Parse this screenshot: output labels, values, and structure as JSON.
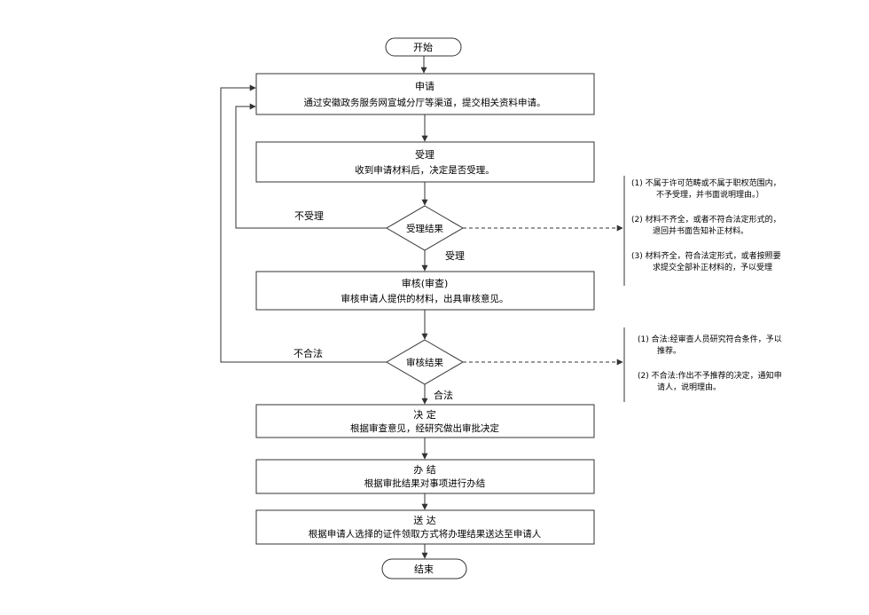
{
  "start": "开始",
  "end": "结束",
  "steps": {
    "apply": {
      "title": "申请",
      "desc": "通过安徽政务服务网宣城分厅等渠道，提交相关资料申请。"
    },
    "accept": {
      "title": "受理",
      "desc": "收到申请材料后，决定是否受理。"
    },
    "review": {
      "title": "审核(审查)",
      "desc": "审核申请人提供的材料，出具审核意见。"
    },
    "decide": {
      "title": "决 定",
      "desc": "根据审查意见，经研究做出审批决定"
    },
    "handle": {
      "title": "办 结",
      "desc": "根据审批结果对事项进行办结"
    },
    "deliver": {
      "title": "送 达",
      "desc": "根据申请人选择的证件领取方式将办理结果送达至申请人"
    }
  },
  "decisions": {
    "accept_result": "受理结果",
    "review_result": "审核结果"
  },
  "edge_labels": {
    "not_accepted": "不受理",
    "accepted": "受理",
    "illegal": "不合法",
    "legal": "合法"
  },
  "notes": {
    "accept": [
      "(1) 不属于许可范畴或不属于职权范围内，",
      "不予受理，并书面说明理由。）",
      "(2) 材料不齐全，或者不符合法定形式的，",
      "退回并书面告知补正材料。",
      "(3) 材料齐全，符合法定形式，或者按照要",
      "求提交全部补正材料的，予以受理"
    ],
    "review": [
      "(1) 合法:经审查人员研究符合条件，予以",
      "推荐。",
      "(2) 不合法:作出不予推荐的决定，通知申",
      "请人，说明理由。"
    ]
  },
  "colors": {
    "stroke": "#333333",
    "fill": "#ffffff",
    "text": "#111111"
  }
}
